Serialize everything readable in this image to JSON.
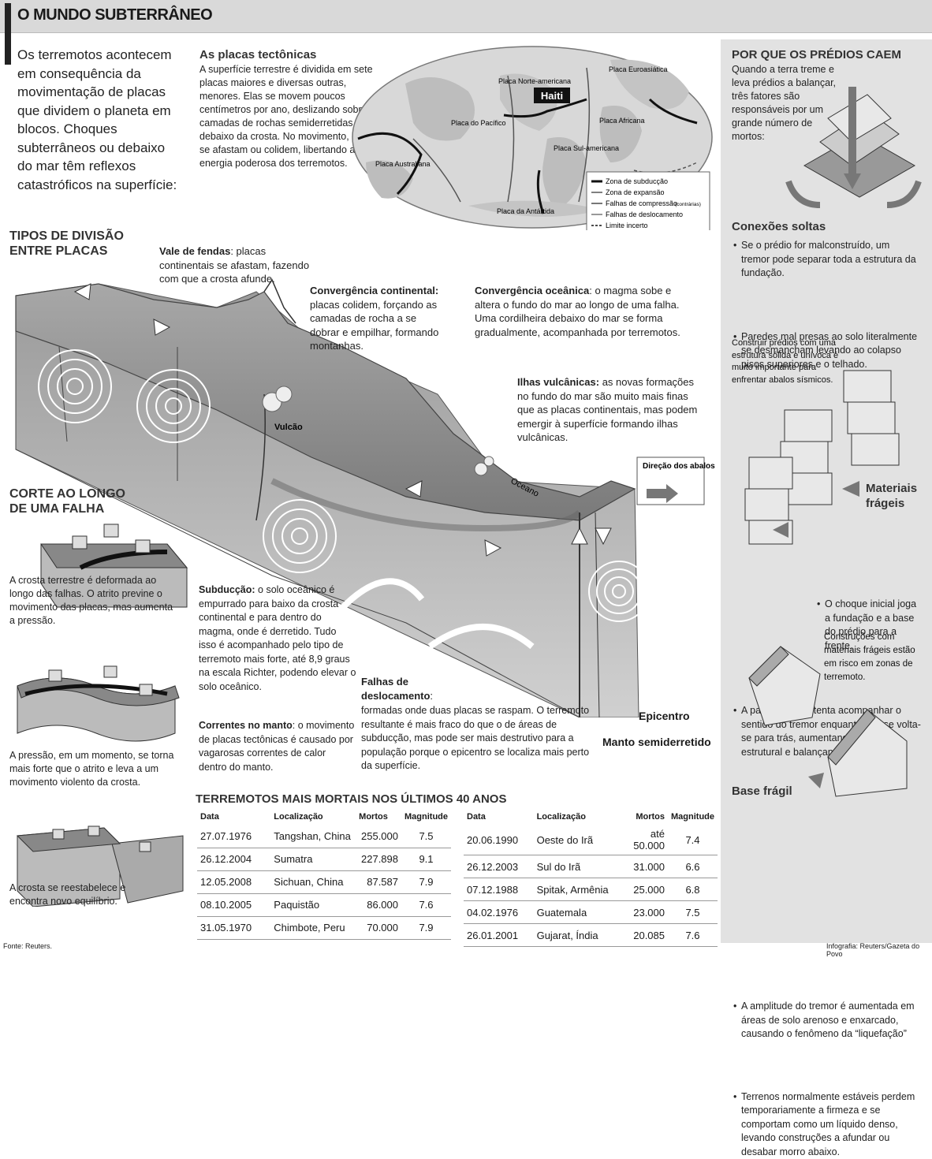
{
  "header": {
    "title": "O MUNDO SUBTERRÂNEO"
  },
  "intro": "Os terremotos acontecem em consequência da movimentação de placas que dividem o planeta em blocos. Choques subterrâneos ou debaixo do mar têm reflexos catastróficos na superfície:",
  "plates": {
    "title": "As placas tectônicas",
    "text": "A superfície terrestre é dividida em sete placas maiores e diversas outras, menores. Elas se movem poucos centímetros por ano, deslizando sobre camadas de rochas semiderretidas debaixo da crosta. No movimento, elas se afastam ou colidem, libertando a energia poderosa dos terremotos."
  },
  "map": {
    "labels": {
      "north_america": "Placa Norte-americana",
      "eurasian": "Placa Euroasiática",
      "pacific": "Placa do Pacífico",
      "african": "Placa Africana",
      "south_america": "Placa Sul-americana",
      "australian": "Placa Australiana",
      "antarctic": "Placa da Antártida",
      "haiti": "Haiti"
    },
    "legend": [
      "Zona de subducção",
      "Zona de expansão",
      "Falhas de compressão",
      "(contrárias)",
      "Falhas de deslocamento",
      "Limite incerto"
    ]
  },
  "division": {
    "title": "TIPOS DE DIVISÃO ENTRE PLACAS",
    "rift_title": "Vale de fendas",
    "rift_text": ": placas continentais se afastam, fazendo com que a crosta afunde.",
    "cont_title": "Convergência continental:",
    "cont_text": "placas colidem, forçando as camadas de rocha a se dobrar e empilhar, formando montanhas.",
    "ocean_title": "Convergência oceânica",
    "ocean_text": ": o magma sobe e altera o fundo do mar ao longo de uma falha. Uma cordilheira debaixo do mar se forma gradualmente, acompanhada por terremotos.",
    "islands_title": "Ilhas vulcânicas:",
    "islands_text": "as novas formações no fundo do mar são muito mais finas que as placas continentais, mas podem emergir à superfície formando ilhas vulcânicas.",
    "volcano": "Vulcão",
    "ocean": "Oceano",
    "direction": "Direção dos abalos sísmicos",
    "subduction_title": "Subducção:",
    "subduction_text": "o solo oceânico é empurrado para baixo da crosta continental e para dentro do magma, onde é derretido. Tudo isso é acompanhado pelo tipo de terremoto mais forte, até 8,9 graus na escala Richter, podendo elevar o solo oceânico.",
    "currents_title": "Correntes no manto",
    "currents_text": "o movimento de placas tectônicas é causado por vagarosas correntes de calor dentro do manto.",
    "faults_title": "Falhas de deslocamento",
    "faults_text": "formadas onde duas placas se raspam. O terremoto resultante é mais fraco do que o de áreas de subducção, mas pode ser mais destrutivo para a população porque o epicentro se localiza mais perto da superfície.",
    "epicenter": "Epicentro",
    "mantle": "Manto semiderretido"
  },
  "fault_cut": {
    "title": "CORTE AO LONGO DE UMA FALHA",
    "step1": "A crosta terrestre é deformada ao longo das falhas. O atrito previne o movimento das placas, mas aumenta a pressão.",
    "step2": "A pressão, em um momento, se torna mais forte que o atrito e leva a um movimento violento da crosta.",
    "step3": "A crosta se reestabelece e encontra novo equilíbrio."
  },
  "buildings": {
    "title": "POR QUE OS PRÉDIOS CAEM",
    "intro": "Quando a terra treme e leva prédios a balançar, três fatores são responsáveis por um grande número de mortos:",
    "loose_title": "Conexões soltas",
    "loose_b1": "Se o prédio for malconstruído, um tremor pode separar toda a estrutura da fundação.",
    "loose_b2": "Paredes mal presas ao solo literalmente se desmancham levando ao colapso pisos superiores e o telhado.",
    "solid_note": "Construir prédios com uma estrutura sólida e unívoca é muito importante para enfrentar abalos sísmicos.",
    "fragile_title": "Materiais frágeis",
    "fragile_b1": "O choque inicial joga a fundação e a base do prédio para a frente.",
    "fragile_b2": "A parte superior tenta acompanhar o sentido do tremor enquanto a base volta-se para trás, aumentando a tensão estrutural e balançando a edificação.",
    "fragile_note": "Construções com materiais frágeis estão em risco em zonas de terremoto.",
    "base_title": "Base frágil",
    "base_b1": "A amplitude do tremor é aumentada em áreas de solo arenoso e enxarcado, causando o fenômeno da “liquefação”",
    "base_b2": "Terrenos normalmente estáveis perdem temporariamente a firmeza e se comportam como um líquido denso, levando construções a afundar ou desabar morro abaixo."
  },
  "table": {
    "title": "TERREMOTOS MAIS MORTAIS NOS ÚLTIMOS 40 ANOS",
    "headers": [
      "Data",
      "Localização",
      "Mortos",
      "Magnitude"
    ],
    "left": [
      [
        "27.07.1976",
        "Tangshan, China",
        "255.000",
        "7.5"
      ],
      [
        "26.12.2004",
        "Sumatra",
        "227.898",
        "9.1"
      ],
      [
        "12.05.2008",
        "Sichuan, China",
        "87.587",
        "7.9"
      ],
      [
        "08.10.2005",
        "Paquistão",
        "86.000",
        "7.6"
      ],
      [
        "31.05.1970",
        "Chimbote, Peru",
        "70.000",
        "7.9"
      ]
    ],
    "right": [
      [
        "20.06.1990",
        "Oeste do Irã",
        "até 50.000",
        "7.4"
      ],
      [
        "26.12.2003",
        "Sul do Irã",
        "31.000",
        "6.6"
      ],
      [
        "07.12.1988",
        "Spitak, Armênia",
        "25.000",
        "6.8"
      ],
      [
        "04.02.1976",
        "Guatemala",
        "23.000",
        "7.5"
      ],
      [
        "26.01.2001",
        "Gujarat, Índia",
        "20.085",
        "7.6"
      ]
    ]
  },
  "footer": {
    "source": "Fonte: Reuters.",
    "credit": "Infografia: Reuters/Gazeta do Povo"
  }
}
